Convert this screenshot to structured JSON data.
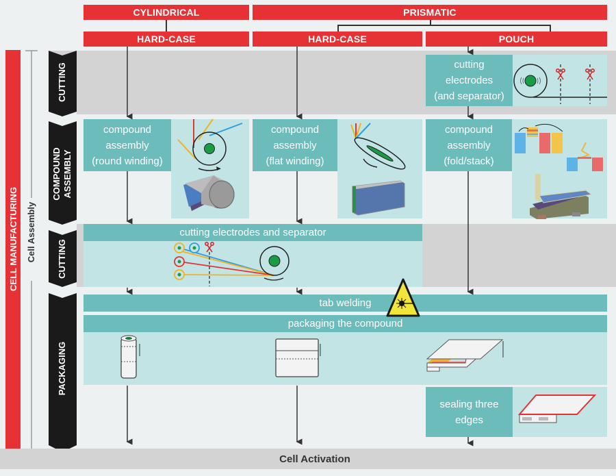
{
  "header": {
    "cylindrical": "CYLINDRICAL",
    "prismatic": "PRISMATIC",
    "cyl_hardcase": "HARD-CASE",
    "pris_hardcase": "HARD-CASE",
    "pouch": "POUCH"
  },
  "side": {
    "cell_manufacturing": "CELL MANUFACTURING",
    "cell_assembly": "Cell Assembly"
  },
  "stages": {
    "cutting1": "CUTTING",
    "compound_line1": "COMPOUND",
    "compound_line2": "ASSEMBLY",
    "cutting2": "CUTTING",
    "packaging": "PACKAGING"
  },
  "steps": {
    "pouch_cutting": [
      "cutting",
      "electrodes",
      "(and separator)"
    ],
    "round_winding": [
      "compound",
      "assembly",
      "(round winding)"
    ],
    "flat_winding": [
      "compound",
      "assembly",
      "(flat winding)"
    ],
    "fold_stack": [
      "compound",
      "assembly",
      "(fold/stack)"
    ],
    "cutting_electrodes_separator": "cutting electrodes and separator",
    "tab_welding": "tab welding",
    "packaging_compound": "packaging the compound",
    "sealing": [
      "sealing three",
      "edges"
    ]
  },
  "footer": {
    "cell_activation": "Cell Activation"
  },
  "icons": {
    "laser_warning": "laser-warning-icon",
    "scissors": "scissors-icon",
    "winding_mandrel": "winding-mandrel-icon"
  },
  "colors": {
    "red": "#e63135",
    "teal": "#6bbcbb",
    "light_teal": "#c2e4e4",
    "grey_band": "#d3d3d3",
    "black_stage": "#1a1a1a",
    "background": "#eef1f2"
  }
}
